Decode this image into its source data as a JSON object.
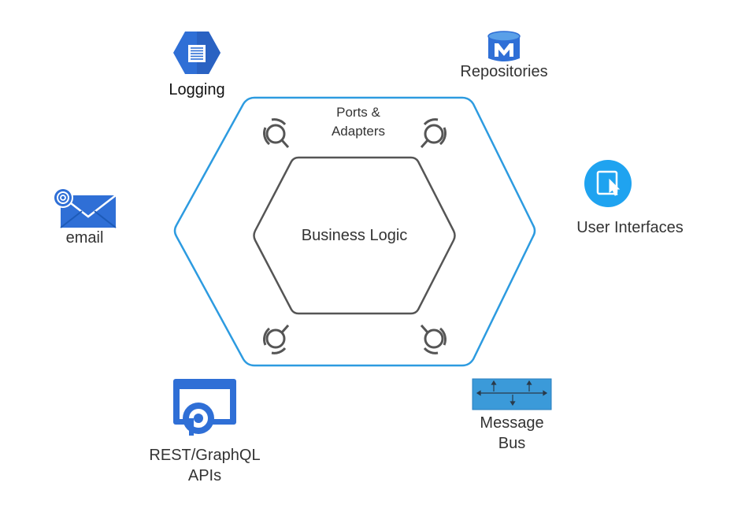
{
  "labels": {
    "logging": "Logging",
    "repositories": "Repositories",
    "ports_line1": "Ports &",
    "ports_line2": "Adapters",
    "user_interfaces": "User Interfaces",
    "email": "email",
    "business_logic": "Business Logic",
    "message_bus_line1": "Message",
    "message_bus_line2": "Bus",
    "rest_line1": "REST/GraphQL",
    "rest_line2": "APIs"
  },
  "icons": {
    "logging": "logging-icon",
    "repositories": "database-icon",
    "user_interfaces": "touch-screen-icon",
    "email": "email-icon",
    "message_bus": "message-bus-icon",
    "rest_api": "api-icon",
    "adapter": "port-adapter-icon"
  },
  "colors": {
    "outer_hexagon": "#2d9be0",
    "inner_hexagon": "#555555",
    "port_symbol": "#555555",
    "icon_blue": "#2f6fd6",
    "ui_circle": "#1fa3f0",
    "message_bus_fill": "#3b9ad9",
    "text": "#333333"
  }
}
